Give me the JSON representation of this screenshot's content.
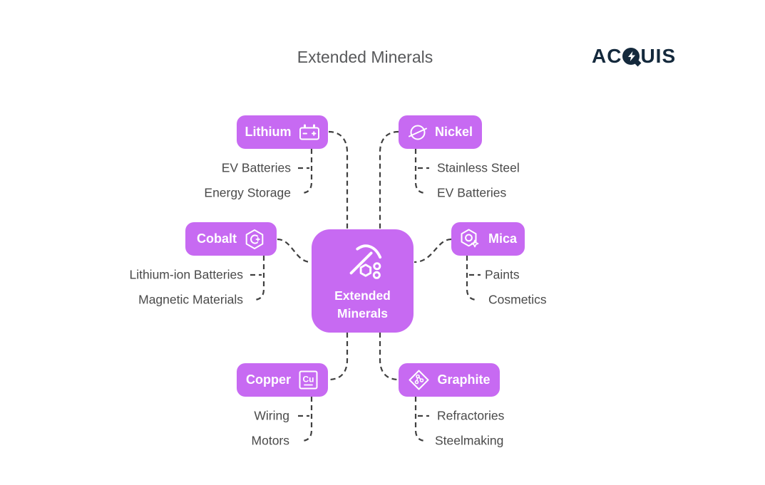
{
  "title": "Extended Minerals",
  "logo": {
    "left": "AC",
    "q": "Q",
    "right": "UIS",
    "full": "ACQUIS"
  },
  "center": {
    "line1": "Extended",
    "line2": "Minerals",
    "icon": "pickaxe-minerals-icon"
  },
  "branches": [
    {
      "id": "lithium",
      "label": "Lithium",
      "icon": "battery-icon",
      "children": [
        "EV Batteries",
        "Energy Storage"
      ]
    },
    {
      "id": "nickel",
      "label": "Nickel",
      "icon": "nickel-slash-circle-icon",
      "children": [
        "Stainless Steel",
        "EV Batteries"
      ]
    },
    {
      "id": "cobalt",
      "label": "Cobalt",
      "icon": "cobalt-hex-c-icon",
      "children": [
        "Lithium-ion Batteries",
        "Magnetic Materials"
      ]
    },
    {
      "id": "mica",
      "label": "Mica",
      "icon": "mica-hex-sparkle-icon",
      "children": [
        "Paints",
        "Cosmetics"
      ]
    },
    {
      "id": "copper",
      "label": "Copper",
      "icon": "copper-cu-icon",
      "children": [
        "Wiring",
        "Motors"
      ]
    },
    {
      "id": "graphite",
      "label": "Graphite",
      "icon": "graphite-molecule-icon",
      "children": [
        "Refractories",
        "Steelmaking"
      ]
    }
  ],
  "colors": {
    "node_purple": "#c76af2",
    "connector_gray": "#404040",
    "title_gray": "#58595b",
    "label_gray": "#4a4a4a",
    "logo_navy": "#14293c",
    "background": "#ffffff"
  }
}
